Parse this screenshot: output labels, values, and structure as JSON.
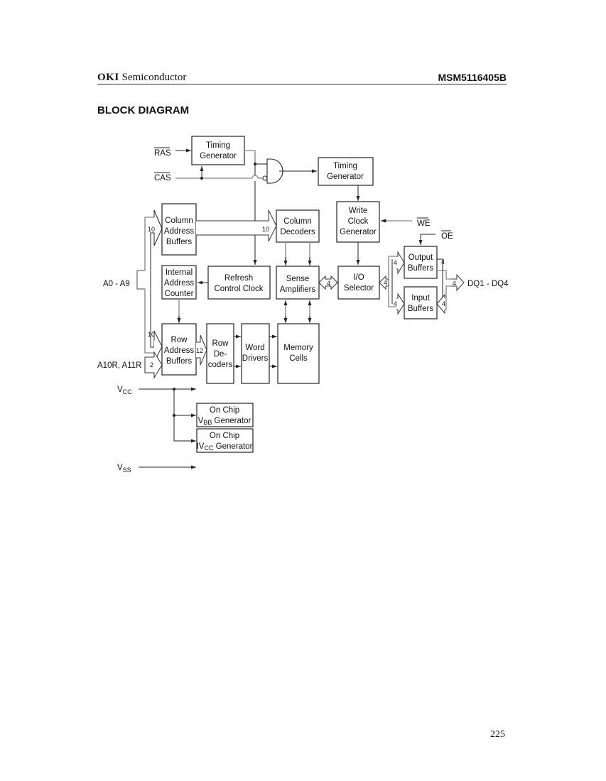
{
  "header": {
    "brand": "OKI",
    "brand_suffix": "Semiconductor",
    "part_number": "MSM5116405B"
  },
  "title": "BLOCK DIAGRAM",
  "page_number": "225",
  "diagram": {
    "signals": {
      "ras": "RAS",
      "cas": "CAS",
      "we": "WE",
      "oe": "OE",
      "addr": "A0 - A9",
      "addr_row": "A10R, A11R",
      "dq": "DQ1 - DQ4",
      "vcc": "V",
      "vcc_sub": "CC",
      "vss": "V",
      "vss_sub": "SS"
    },
    "blocks": {
      "timing_gen_1": [
        "Timing",
        "Generator"
      ],
      "timing_gen_2": [
        "Timing",
        "Generator"
      ],
      "write_clock_gen": [
        "Write",
        "Clock",
        "Generator"
      ],
      "col_addr_buf": [
        "Column",
        "Address",
        "Buffers"
      ],
      "col_decoders": [
        "Column",
        "Decoders"
      ],
      "int_addr_counter": [
        "Internal",
        "Address",
        "Counter"
      ],
      "refresh_ctrl": [
        "Refresh",
        "Control Clock"
      ],
      "sense_amps": [
        "Sense",
        "Amplifiers"
      ],
      "io_selector": [
        "I/O",
        "Selector"
      ],
      "output_buffers": [
        "Output",
        "Buffers"
      ],
      "input_buffers": [
        "Input",
        "Buffers"
      ],
      "row_addr_buf": [
        "Row",
        "Address",
        "Buffers"
      ],
      "row_decoders": [
        "Row",
        "De-",
        "coders"
      ],
      "word_drivers": [
        "Word",
        "Drivers"
      ],
      "memory_cells": [
        "Memory",
        "Cells"
      ],
      "vbb_gen": {
        "line1": "On Chip",
        "pre": "V",
        "sub": "BB",
        "post": " Generator"
      },
      "ivcc_gen": {
        "line1": "On Chip",
        "pre": "IV",
        "sub": "CC",
        "post": " Generator"
      }
    },
    "bus_widths": {
      "col_addr_in": "10",
      "col_dec_in": "10",
      "row_addr_in": "10",
      "row_addr_extra": "2",
      "row_dec_in": "12",
      "sense_io": "4",
      "io_sel": "4",
      "out_buf_in": "4",
      "in_buf_out": "4",
      "out_buf_out": "4",
      "in_buf_in": "4",
      "dq": "4"
    }
  }
}
